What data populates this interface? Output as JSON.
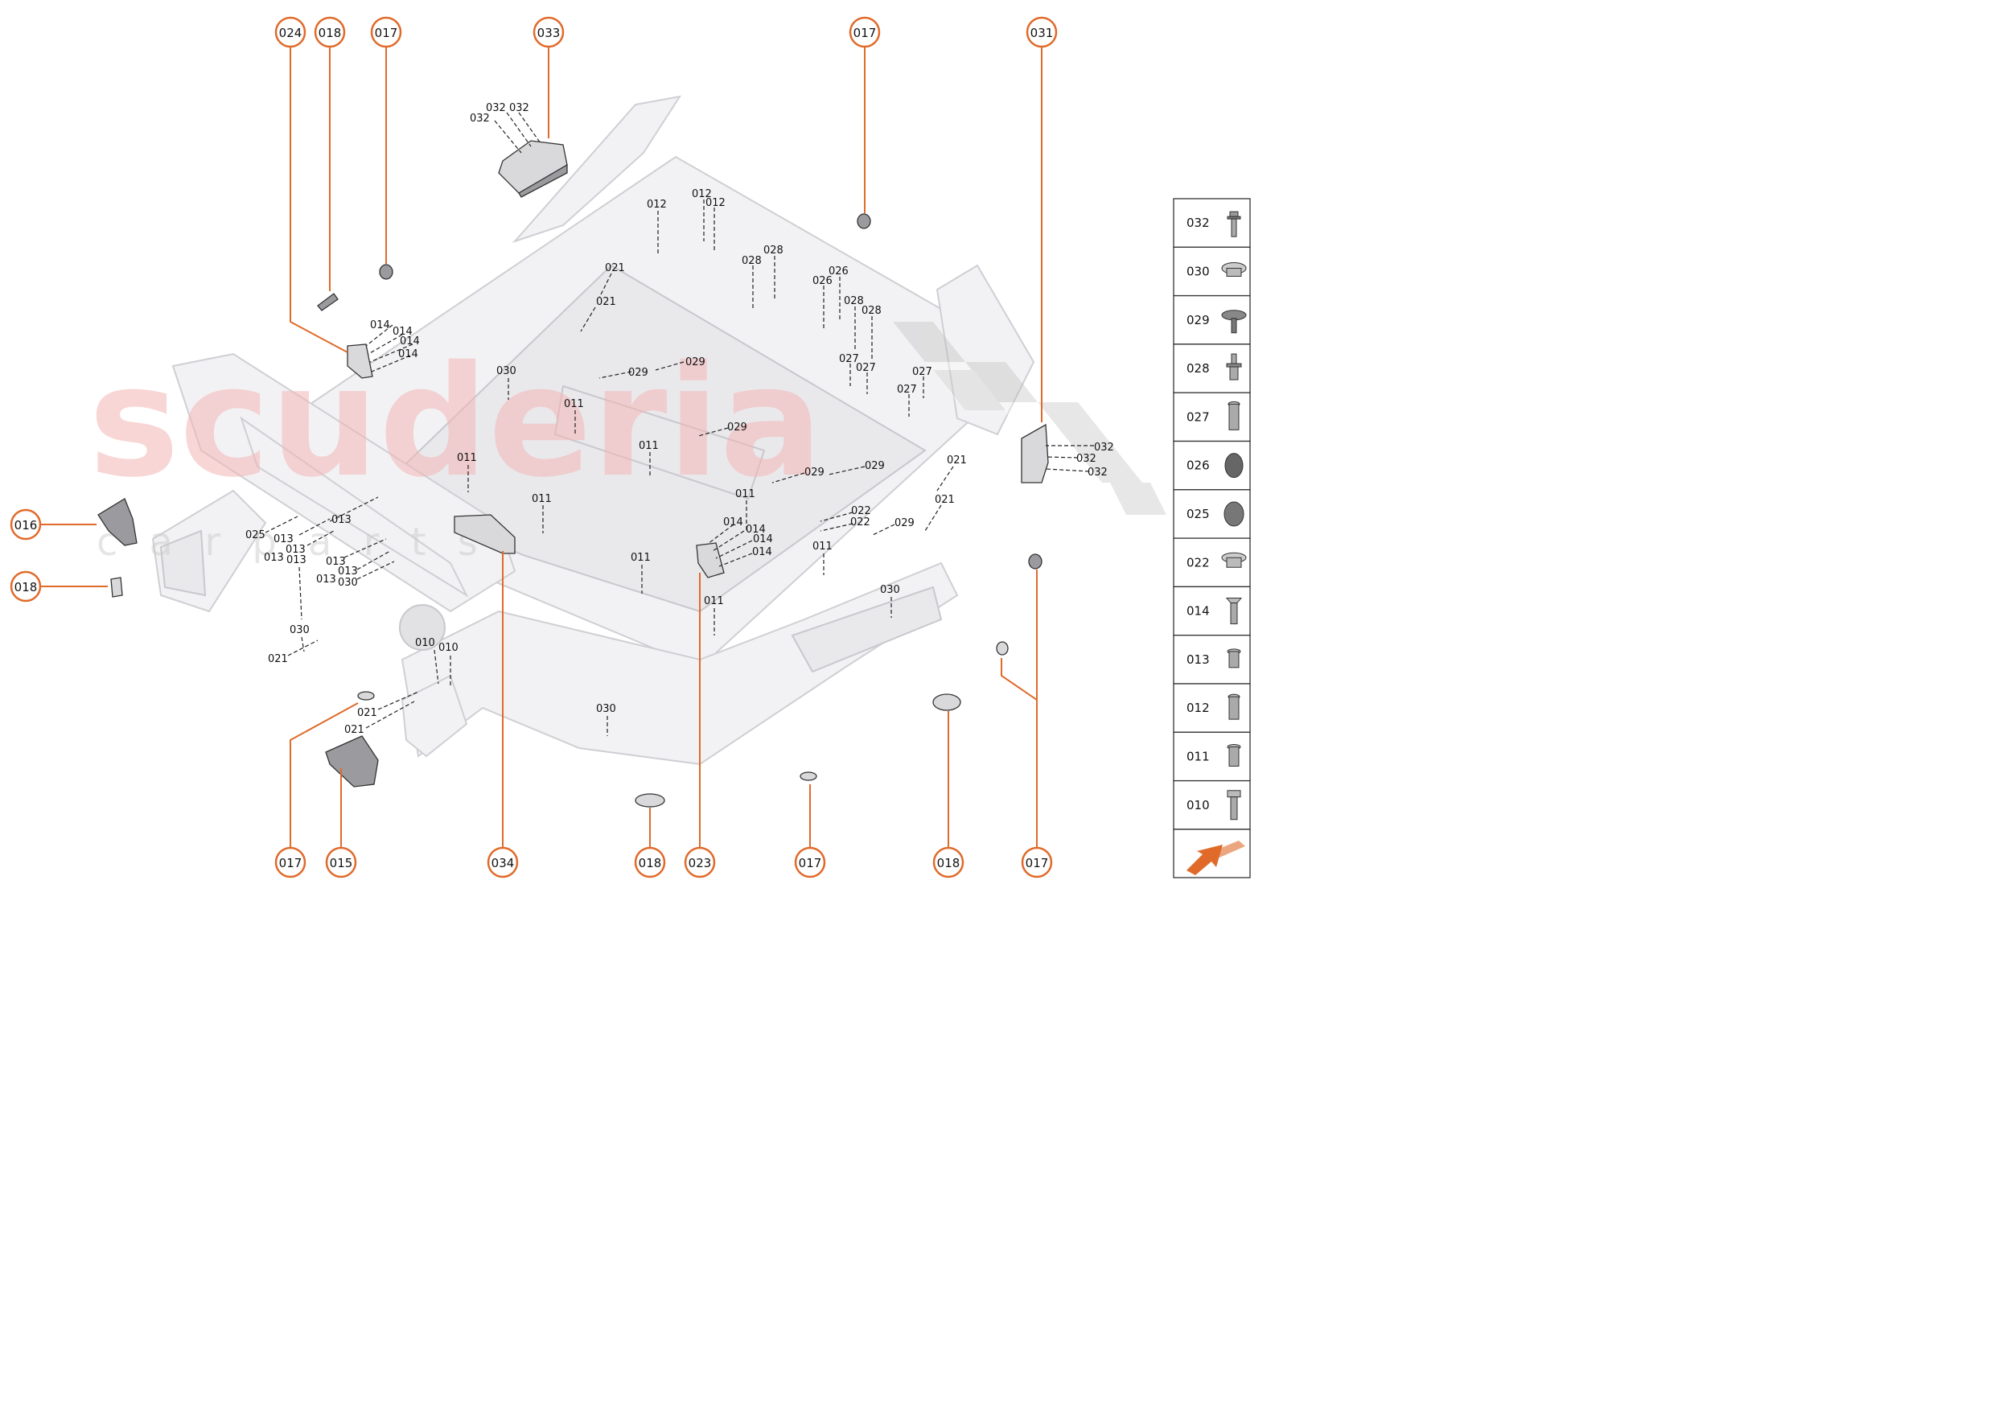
{
  "callouts_top": [
    "024",
    "018",
    "017",
    "033",
    "017",
    "031"
  ],
  "callouts_left": [
    "016",
    "018"
  ],
  "callouts_bottom": [
    "017",
    "015",
    "034",
    "018",
    "023",
    "017",
    "018",
    "017"
  ],
  "labels": {
    "l032a": "032",
    "l032b": "032",
    "l032c": "032",
    "l012a": "012",
    "l012b": "012",
    "l012c": "012",
    "l028a": "028",
    "l028b": "028",
    "l028c": "028",
    "l028d": "028",
    "l026a": "026",
    "l026b": "026",
    "l021a": "021",
    "l021b": "021",
    "l021c": "021",
    "l021d": "021",
    "l021e": "021",
    "l021f": "021",
    "l014a": "014",
    "l014b": "014",
    "l014c": "014",
    "l014d": "014",
    "l014e": "014",
    "l014f": "014",
    "l014g": "014",
    "l014h": "014",
    "l030a": "030",
    "l030b": "030",
    "l030c": "030",
    "l030d": "030",
    "l029a": "029",
    "l029b": "029",
    "l029c": "029",
    "l029d": "029",
    "l029e": "029",
    "l029f": "029",
    "l027a": "027",
    "l027b": "027",
    "l027c": "027",
    "l027d": "027",
    "l011a": "011",
    "l011b": "011",
    "l011c": "011",
    "l011d": "011",
    "l011e": "011",
    "l011f": "011",
    "l011g": "011",
    "l011h": "011",
    "l032d": "032",
    "l032e": "032",
    "l032f": "032",
    "l013a": "013",
    "l013b": "013",
    "l013c": "013",
    "l013d": "013",
    "l013e": "013",
    "l013f": "013",
    "l013g": "013",
    "l013h": "013",
    "l025": "025",
    "l022a": "022",
    "l022b": "022",
    "l010a": "010",
    "l010b": "010"
  },
  "legend": [
    {
      "code": "032",
      "icon": "flange-bolt-icon"
    },
    {
      "code": "030",
      "icon": "dome-plug-icon"
    },
    {
      "code": "029",
      "icon": "push-clip-icon"
    },
    {
      "code": "028",
      "icon": "stud-clip-icon"
    },
    {
      "code": "027",
      "icon": "long-rivet-nut-icon"
    },
    {
      "code": "026",
      "icon": "oval-plug-icon"
    },
    {
      "code": "025",
      "icon": "round-plug-icon"
    },
    {
      "code": "022",
      "icon": "cap-plug-icon"
    },
    {
      "code": "014",
      "icon": "countersunk-screw-icon"
    },
    {
      "code": "013",
      "icon": "short-rivet-nut-icon"
    },
    {
      "code": "012",
      "icon": "medium-rivet-nut-icon"
    },
    {
      "code": "011",
      "icon": "rivet-nut-icon"
    },
    {
      "code": "010",
      "icon": "hex-bolt-icon"
    }
  ],
  "watermark": {
    "main": "scuderia",
    "sub": "c a r p a r t s"
  },
  "colors": {
    "accent": "#e06a2a",
    "watermark": "#f4b6b6"
  }
}
